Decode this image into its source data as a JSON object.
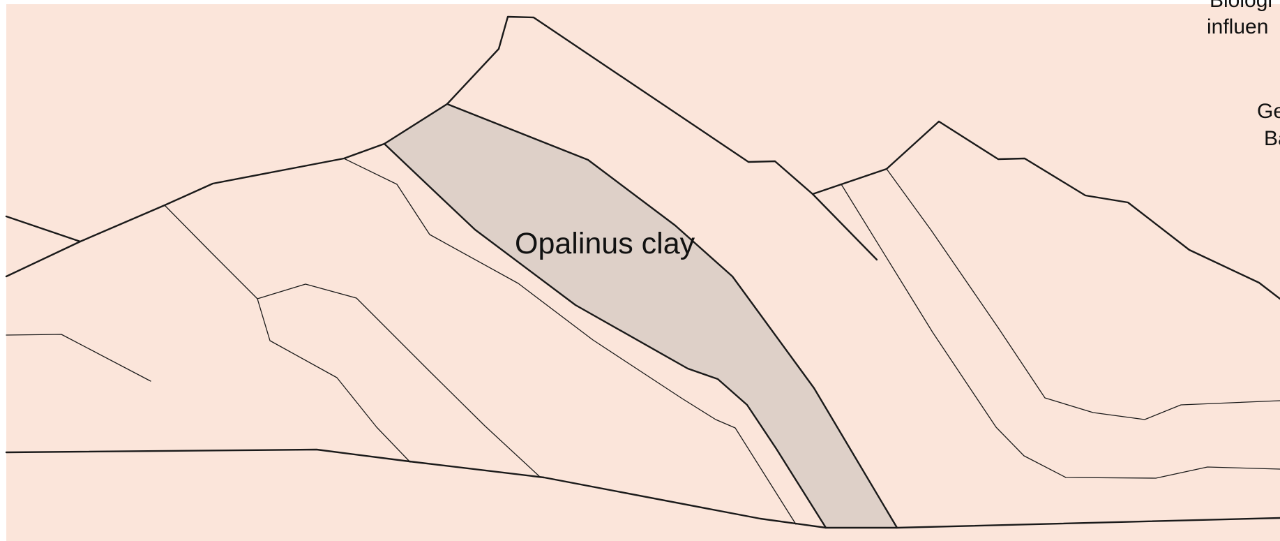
{
  "colors": {
    "background": "#fbe5da",
    "clay_fill": "#ded0c8",
    "line": "#1a1a1a"
  },
  "labels": {
    "clay": "Opalinus clay",
    "edge_line_1": "Biologi",
    "edge_line_2": "influen",
    "edge_line_3": "Ge",
    "edge_line_4": "Ba"
  }
}
